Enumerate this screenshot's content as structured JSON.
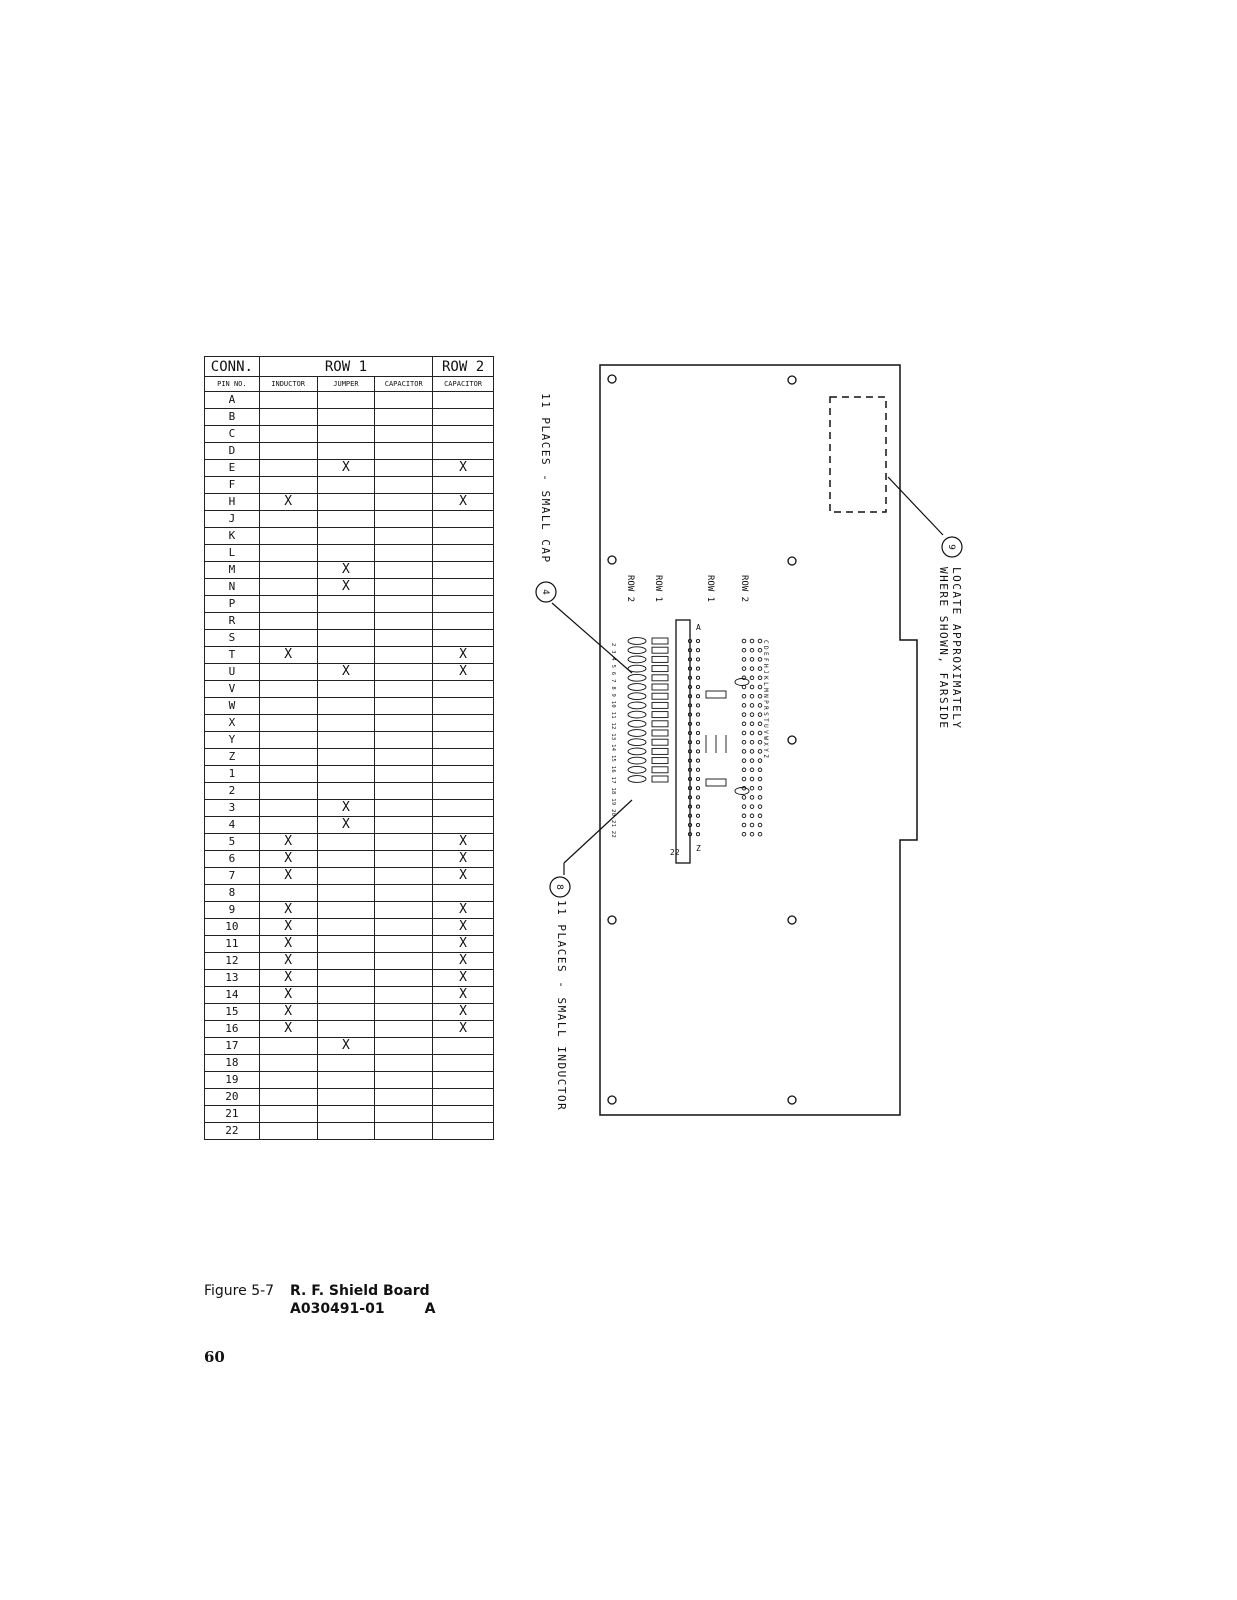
{
  "table": {
    "header_top": [
      "CONN.",
      "ROW 1",
      "ROW 2"
    ],
    "header_sub": [
      "PIN NO.",
      "INDUCTOR",
      "JUMPER",
      "CAPACITOR",
      "CAPACITOR"
    ],
    "mark": "X",
    "rows": [
      {
        "pin": "A",
        "inductor": "",
        "jumper": "",
        "capacitor": "",
        "capacitor2": ""
      },
      {
        "pin": "B",
        "inductor": "",
        "jumper": "",
        "capacitor": "",
        "capacitor2": ""
      },
      {
        "pin": "C",
        "inductor": "",
        "jumper": "",
        "capacitor": "",
        "capacitor2": ""
      },
      {
        "pin": "D",
        "inductor": "",
        "jumper": "",
        "capacitor": "",
        "capacitor2": ""
      },
      {
        "pin": "E",
        "inductor": "",
        "jumper": "X",
        "capacitor": "",
        "capacitor2": "X"
      },
      {
        "pin": "F",
        "inductor": "",
        "jumper": "",
        "capacitor": "",
        "capacitor2": ""
      },
      {
        "pin": "H",
        "inductor": "X",
        "jumper": "",
        "capacitor": "",
        "capacitor2": "X"
      },
      {
        "pin": "J",
        "inductor": "",
        "jumper": "",
        "capacitor": "",
        "capacitor2": ""
      },
      {
        "pin": "K",
        "inductor": "",
        "jumper": "",
        "capacitor": "",
        "capacitor2": ""
      },
      {
        "pin": "L",
        "inductor": "",
        "jumper": "",
        "capacitor": "",
        "capacitor2": ""
      },
      {
        "pin": "M",
        "inductor": "",
        "jumper": "X",
        "capacitor": "",
        "capacitor2": ""
      },
      {
        "pin": "N",
        "inductor": "",
        "jumper": "X",
        "capacitor": "",
        "capacitor2": ""
      },
      {
        "pin": "P",
        "inductor": "",
        "jumper": "",
        "capacitor": "",
        "capacitor2": ""
      },
      {
        "pin": "R",
        "inductor": "",
        "jumper": "",
        "capacitor": "",
        "capacitor2": ""
      },
      {
        "pin": "S",
        "inductor": "",
        "jumper": "",
        "capacitor": "",
        "capacitor2": ""
      },
      {
        "pin": "T",
        "inductor": "X",
        "jumper": "",
        "capacitor": "",
        "capacitor2": "X"
      },
      {
        "pin": "U",
        "inductor": "",
        "jumper": "X",
        "capacitor": "",
        "capacitor2": "X"
      },
      {
        "pin": "V",
        "inductor": "",
        "jumper": "",
        "capacitor": "",
        "capacitor2": ""
      },
      {
        "pin": "W",
        "inductor": "",
        "jumper": "",
        "capacitor": "",
        "capacitor2": ""
      },
      {
        "pin": "X",
        "inductor": "",
        "jumper": "",
        "capacitor": "",
        "capacitor2": ""
      },
      {
        "pin": "Y",
        "inductor": "",
        "jumper": "",
        "capacitor": "",
        "capacitor2": ""
      },
      {
        "pin": "Z",
        "inductor": "",
        "jumper": "",
        "capacitor": "",
        "capacitor2": ""
      },
      {
        "pin": "1",
        "inductor": "",
        "jumper": "",
        "capacitor": "",
        "capacitor2": ""
      },
      {
        "pin": "2",
        "inductor": "",
        "jumper": "",
        "capacitor": "",
        "capacitor2": ""
      },
      {
        "pin": "3",
        "inductor": "",
        "jumper": "X",
        "capacitor": "",
        "capacitor2": ""
      },
      {
        "pin": "4",
        "inductor": "",
        "jumper": "X",
        "capacitor": "",
        "capacitor2": ""
      },
      {
        "pin": "5",
        "inductor": "X",
        "jumper": "",
        "capacitor": "",
        "capacitor2": "X"
      },
      {
        "pin": "6",
        "inductor": "X",
        "jumper": "",
        "capacitor": "",
        "capacitor2": "X"
      },
      {
        "pin": "7",
        "inductor": "X",
        "jumper": "",
        "capacitor": "",
        "capacitor2": "X"
      },
      {
        "pin": "8",
        "inductor": "",
        "jumper": "",
        "capacitor": "",
        "capacitor2": ""
      },
      {
        "pin": "9",
        "inductor": "X",
        "jumper": "",
        "capacitor": "",
        "capacitor2": "X"
      },
      {
        "pin": "10",
        "inductor": "X",
        "jumper": "",
        "capacitor": "",
        "capacitor2": "X"
      },
      {
        "pin": "11",
        "inductor": "X",
        "jumper": "",
        "capacitor": "",
        "capacitor2": "X"
      },
      {
        "pin": "12",
        "inductor": "X",
        "jumper": "",
        "capacitor": "",
        "capacitor2": "X"
      },
      {
        "pin": "13",
        "inductor": "X",
        "jumper": "",
        "capacitor": "",
        "capacitor2": "X"
      },
      {
        "pin": "14",
        "inductor": "X",
        "jumper": "",
        "capacitor": "",
        "capacitor2": "X"
      },
      {
        "pin": "15",
        "inductor": "X",
        "jumper": "",
        "capacitor": "",
        "capacitor2": "X"
      },
      {
        "pin": "16",
        "inductor": "X",
        "jumper": "",
        "capacitor": "",
        "capacitor2": "X"
      },
      {
        "pin": "17",
        "inductor": "",
        "jumper": "X",
        "capacitor": "",
        "capacitor2": ""
      },
      {
        "pin": "18",
        "inductor": "",
        "jumper": "",
        "capacitor": "",
        "capacitor2": ""
      },
      {
        "pin": "19",
        "inductor": "",
        "jumper": "",
        "capacitor": "",
        "capacitor2": ""
      },
      {
        "pin": "20",
        "inductor": "",
        "jumper": "",
        "capacitor": "",
        "capacitor2": ""
      },
      {
        "pin": "21",
        "inductor": "",
        "jumper": "",
        "capacitor": "",
        "capacitor2": ""
      },
      {
        "pin": "22",
        "inductor": "",
        "jumper": "",
        "capacitor": "",
        "capacitor2": ""
      }
    ]
  },
  "diagram": {
    "labels": {
      "small_cap": "11 PLACES - SMALL CAP",
      "small_inductor": "11 PLACES - SMALL INDUCTOR",
      "locate_1": "LOCATE APPROXIMATELY",
      "locate_2": "WHERE SHOWN, FARSIDE",
      "row_1": "ROW 1",
      "row_2": "ROW 2",
      "callout_4": "4",
      "callout_8": "8",
      "callout_9": "9",
      "conn_a": "A",
      "conn_z": "Z",
      "conn_22": "22",
      "letters_top": "CDEFHJKLMNPRSTUVWXYZ",
      "numbers_bottom": "2 3 4 5 6 7 8 9 10 11 12 13 14 15 16 17 18 19 20 21 22"
    }
  },
  "caption": {
    "figure_label": "Figure 5-7",
    "title": "R. F. Shield Board",
    "part_number": "A030491-01",
    "revision": "A"
  },
  "page_number": "60"
}
